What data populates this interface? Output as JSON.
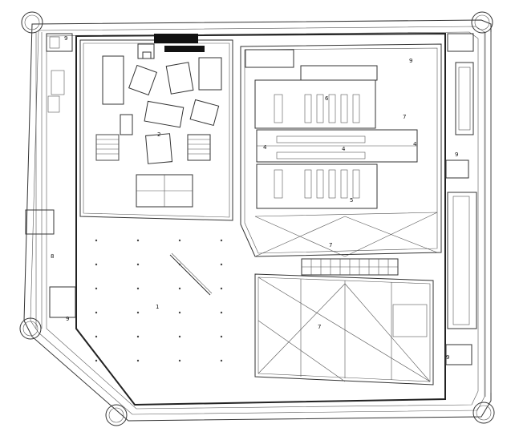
{
  "plan": {
    "labels": {
      "zone_1": "1",
      "zone_2": "2",
      "zone_4a": "4",
      "zone_4b": "4",
      "zone_4c": "4",
      "zone_5": "5",
      "zone_6": "6",
      "zone_7a": "7",
      "zone_7b": "7",
      "zone_7c": "7",
      "zone_8": "8",
      "zone_9a": "9",
      "zone_9b": "9",
      "zone_9c": "9",
      "zone_9d": "9",
      "zone_9e": "9"
    }
  }
}
